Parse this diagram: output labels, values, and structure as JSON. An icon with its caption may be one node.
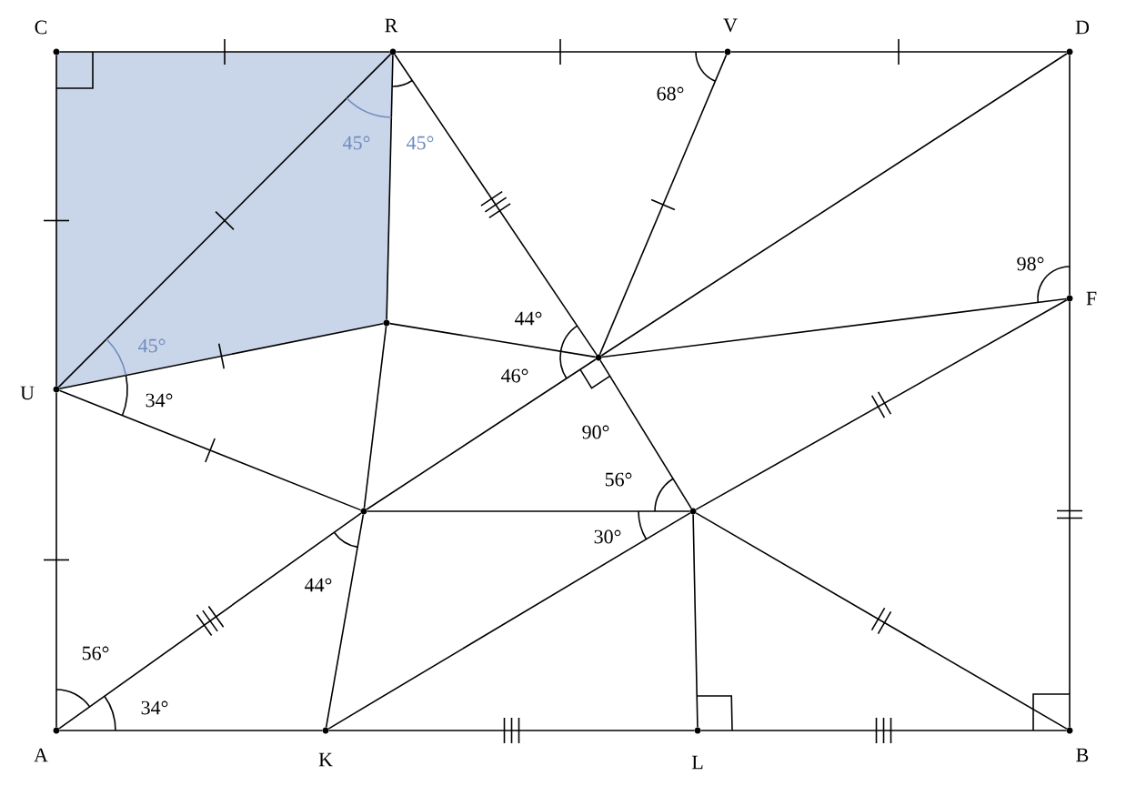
{
  "diagram": {
    "nodes": [
      {
        "text": [
          "C"
        ]
      },
      {
        "text": [
          "R"
        ]
      },
      {
        "text": [
          "V"
        ]
      },
      {
        "text": [
          "D"
        ]
      },
      {
        "text": [
          "U"
        ]
      },
      {
        "text": [
          "F"
        ]
      },
      {
        "text": [
          "A"
        ]
      },
      {
        "text": [
          "K"
        ]
      },
      {
        "text": [
          "L"
        ]
      },
      {
        "text": [
          "B"
        ]
      },
      {
        "text": [],
        "shape": "circle"
      },
      {
        "text": [],
        "shape": "circle"
      },
      {
        "text": [],
        "shape": "circle"
      },
      {
        "text": [],
        "shape": "circle"
      }
    ],
    "edges": [
      {
        "from": 0,
        "to": 1,
        "arrow": "none"
      },
      {
        "from": 1,
        "to": 2,
        "arrow": "none"
      },
      {
        "from": 2,
        "to": 3,
        "arrow": "none"
      },
      {
        "from": 0,
        "to": 4,
        "arrow": "none"
      },
      {
        "from": 4,
        "to": 6,
        "arrow": "none"
      },
      {
        "from": 3,
        "to": 5,
        "arrow": "none"
      },
      {
        "from": 5,
        "to": 9,
        "arrow": "none"
      },
      {
        "from": 6,
        "to": 7,
        "arrow": "none"
      },
      {
        "from": 7,
        "to": 8,
        "arrow": "none"
      },
      {
        "from": 8,
        "to": 9,
        "arrow": "none"
      },
      {
        "from": 4,
        "to": 1,
        "arrow": "none"
      },
      {
        "from": 1,
        "to": 10,
        "arrow": "none"
      },
      {
        "from": 4,
        "to": 10,
        "arrow": "none"
      },
      {
        "from": 4,
        "to": 12,
        "arrow": "none"
      },
      {
        "from": 10,
        "to": 11,
        "arrow": "none"
      },
      {
        "from": 1,
        "to": 11,
        "arrow": "none"
      },
      {
        "from": 2,
        "to": 11,
        "arrow": "none"
      },
      {
        "from": 3,
        "to": 11,
        "arrow": "none"
      },
      {
        "from": 5,
        "to": 11,
        "arrow": "none"
      },
      {
        "from": 11,
        "to": 13,
        "arrow": "none"
      },
      {
        "from": 12,
        "to": 11,
        "arrow": "none"
      },
      {
        "from": 6,
        "to": 12,
        "arrow": "none"
      },
      {
        "from": 10,
        "to": 12,
        "arrow": "none"
      },
      {
        "from": 12,
        "to": 7,
        "arrow": "none"
      },
      {
        "from": 12,
        "to": 13,
        "arrow": "none"
      },
      {
        "from": 7,
        "to": 13,
        "arrow": "none"
      },
      {
        "from": 13,
        "to": 5,
        "arrow": "none"
      },
      {
        "from": 13,
        "to": 9,
        "arrow": "none"
      },
      {
        "from": 13,
        "to": 8,
        "arrow": "none"
      }
    ],
    "labels": [
      "68°",
      "45°",
      "45°",
      "98°",
      "44°",
      "45°",
      "34°",
      "46°",
      "90°",
      "56°",
      "30°",
      "44°",
      "56°",
      "34°"
    ]
  }
}
